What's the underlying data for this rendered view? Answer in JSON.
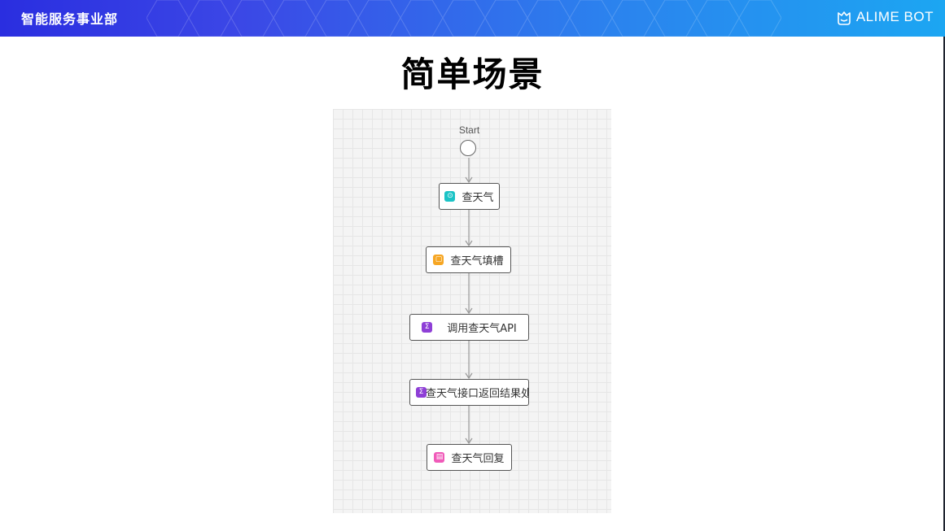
{
  "header": {
    "department": "智能服务事业部",
    "brand": "ALIME BOT",
    "brand_icon": "alime-robot-logo-icon",
    "gradient_colors": [
      "#2a2ee0",
      "#1ca6f2"
    ]
  },
  "title": "简单场景",
  "flow": {
    "start_label": "Start",
    "nodes": [
      {
        "label": "查天气",
        "icon": "trigger-icon",
        "color": "#1bc3c6"
      },
      {
        "label": "查天气填槽",
        "icon": "slot-filling-icon",
        "color": "#f6a623"
      },
      {
        "label": "调用查天气API",
        "icon": "function-icon",
        "color": "#8e3fd6"
      },
      {
        "label": "查天气接口返回结果处...",
        "icon": "function-icon",
        "color": "#8e3fd6"
      },
      {
        "label": "查天气回复",
        "icon": "reply-icon",
        "color": "#f05ab9"
      }
    ]
  }
}
